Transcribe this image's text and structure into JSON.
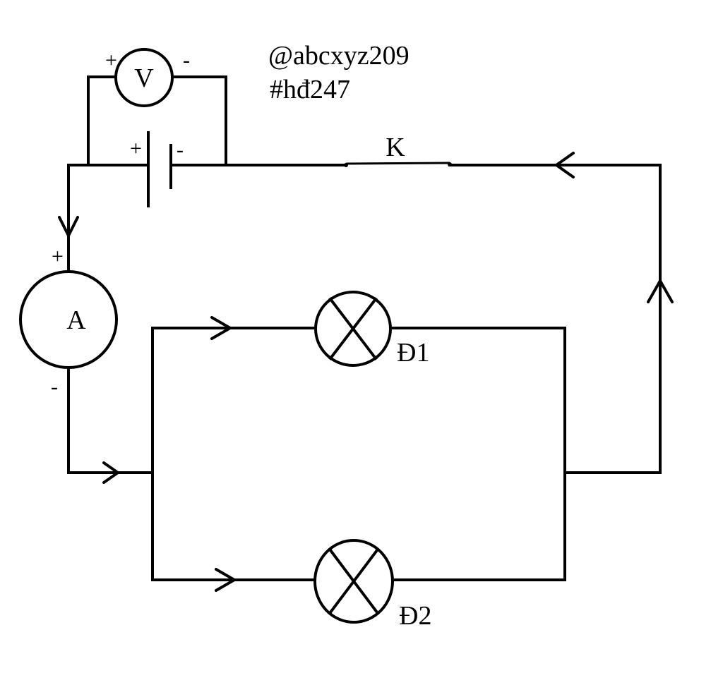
{
  "watermark": {
    "line1": "@abcxyz209",
    "line2": "#hđ247"
  },
  "voltmeter": {
    "label": "V",
    "plus": "+",
    "minus": "-"
  },
  "battery": {
    "plus": "+",
    "minus": "-"
  },
  "switch": {
    "label": "K"
  },
  "ammeter": {
    "label": "A",
    "plus": "+",
    "minus": "-"
  },
  "lamp1": {
    "label": "Đ1"
  },
  "lamp2": {
    "label": "Đ2"
  }
}
